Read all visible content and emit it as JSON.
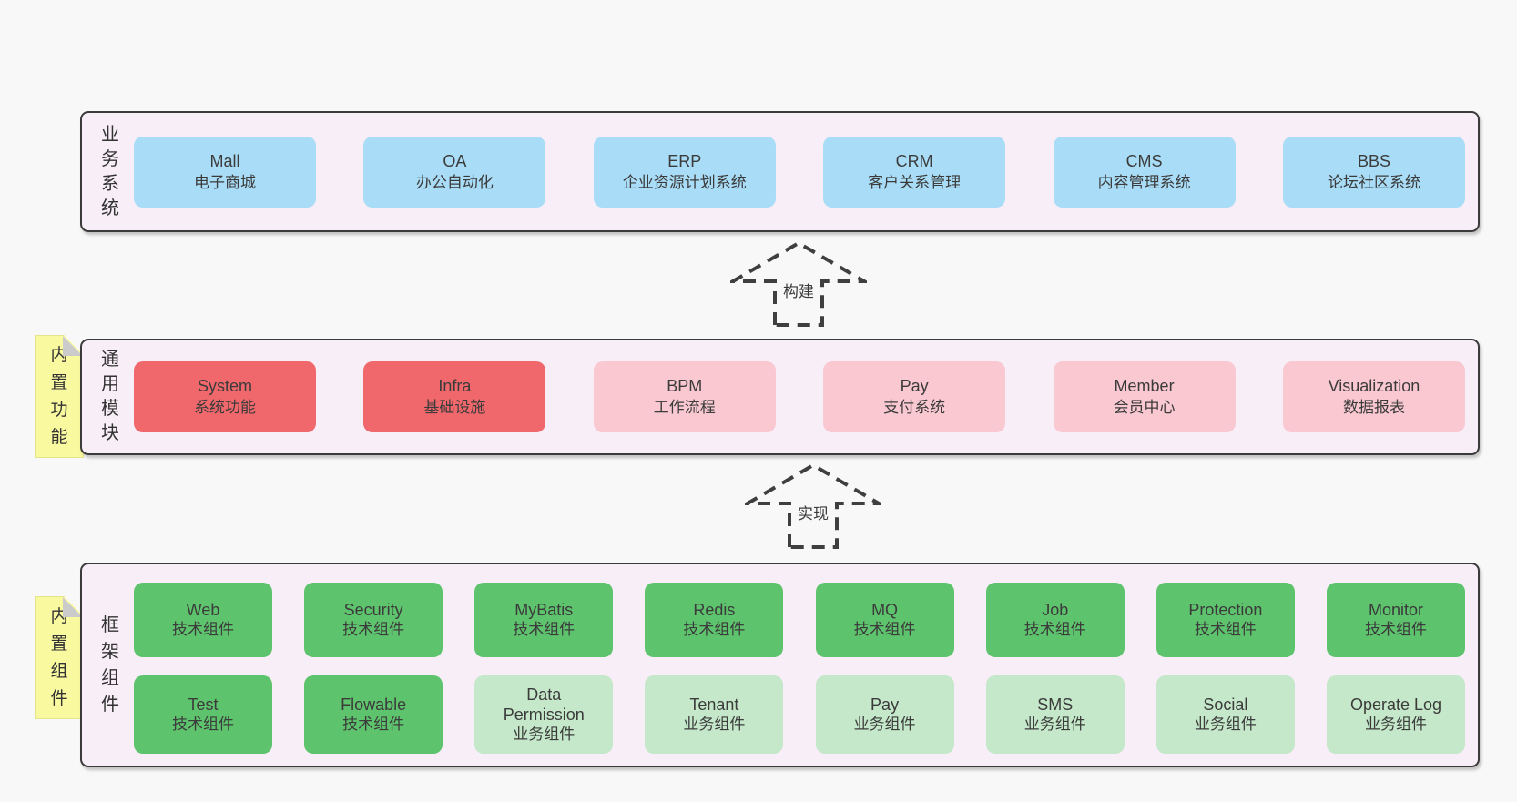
{
  "colors": {
    "page_bg": "#f8f8f8",
    "layer_bg": "#f8eef7",
    "layer_border": "#3b3b3b",
    "blue": "#a9dcf6",
    "red": "#f1686c",
    "pink": "#f9c8d1",
    "green_dark": "#5ec36d",
    "green_light": "#c4e8c9",
    "note_yellow": "#f9f9a0",
    "text": "#3a3a3a",
    "dash": "#3f3f3f"
  },
  "layers": [
    {
      "label": "业务系统",
      "boxes": [
        {
          "title": "Mall",
          "subtitle": "电子商城",
          "variant": "blue"
        },
        {
          "title": "OA",
          "subtitle": "办公自动化",
          "variant": "blue"
        },
        {
          "title": "ERP",
          "subtitle": "企业资源计划系统",
          "variant": "blue"
        },
        {
          "title": "CRM",
          "subtitle": "客户关系管理",
          "variant": "blue"
        },
        {
          "title": "CMS",
          "subtitle": "内容管理系统",
          "variant": "blue"
        },
        {
          "title": "BBS",
          "subtitle": "论坛社区系统",
          "variant": "blue"
        }
      ]
    },
    {
      "label": "通用模块",
      "note": "内置功能",
      "boxes": [
        {
          "title": "System",
          "subtitle": "系统功能",
          "variant": "red"
        },
        {
          "title": "Infra",
          "subtitle": "基础设施",
          "variant": "red"
        },
        {
          "title": "BPM",
          "subtitle": "工作流程",
          "variant": "pink"
        },
        {
          "title": "Pay",
          "subtitle": "支付系统",
          "variant": "pink"
        },
        {
          "title": "Member",
          "subtitle": "会员中心",
          "variant": "pink"
        },
        {
          "title": "Visualization",
          "subtitle": "数据报表",
          "variant": "pink"
        }
      ]
    },
    {
      "label": "框架组件",
      "note": "内置组件",
      "rows": [
        [
          {
            "title": "Web",
            "subtitle": "技术组件",
            "variant": "green-dark"
          },
          {
            "title": "Security",
            "subtitle": "技术组件",
            "variant": "green-dark"
          },
          {
            "title": "MyBatis",
            "subtitle": "技术组件",
            "variant": "green-dark"
          },
          {
            "title": "Redis",
            "subtitle": "技术组件",
            "variant": "green-dark"
          },
          {
            "title": "MQ",
            "subtitle": "技术组件",
            "variant": "green-dark"
          },
          {
            "title": "Job",
            "subtitle": "技术组件",
            "variant": "green-dark"
          },
          {
            "title": "Protection",
            "subtitle": "技术组件",
            "variant": "green-dark"
          },
          {
            "title": "Monitor",
            "subtitle": "技术组件",
            "variant": "green-dark"
          }
        ],
        [
          {
            "title": "Test",
            "subtitle": "技术组件",
            "variant": "green-dark"
          },
          {
            "title": "Flowable",
            "subtitle": "技术组件",
            "variant": "green-dark"
          },
          {
            "title": "Data\nPermission",
            "subtitle": "业务组件",
            "variant": "green-light"
          },
          {
            "title": "Tenant",
            "subtitle": "业务组件",
            "variant": "green-light"
          },
          {
            "title": "Pay",
            "subtitle": "业务组件",
            "variant": "green-light"
          },
          {
            "title": "SMS",
            "subtitle": "业务组件",
            "variant": "green-light"
          },
          {
            "title": "Social",
            "subtitle": "业务组件",
            "variant": "green-light"
          },
          {
            "title": "Operate Log",
            "subtitle": "业务组件",
            "variant": "green-light"
          }
        ]
      ]
    }
  ],
  "arrows": [
    {
      "label": "构建"
    },
    {
      "label": "实现"
    }
  ]
}
